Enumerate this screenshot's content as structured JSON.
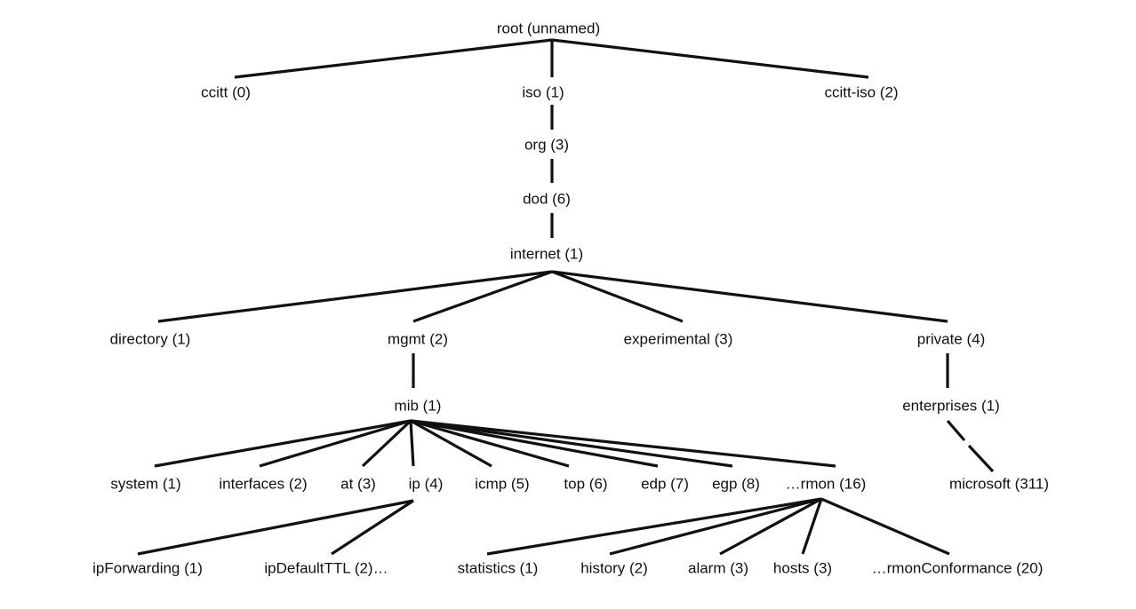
{
  "diagram": {
    "type": "tree",
    "line_color": "#111111",
    "text_color": "#111111",
    "background": "#ffffff",
    "nodes": {
      "root": "root (unnamed)",
      "ccitt": "ccitt (0)",
      "iso": "iso (1)",
      "ccitt_iso": "ccitt-iso (2)",
      "org": "org (3)",
      "dod": "dod (6)",
      "internet": "internet (1)",
      "directory": "directory (1)",
      "mgmt": "mgmt (2)",
      "experimental": "experimental (3)",
      "private": "private (4)",
      "mib": "mib (1)",
      "enterprises": "enterprises (1)",
      "system": "system (1)",
      "interfaces": "interfaces (2)",
      "at": "at (3)",
      "ip": "ip (4)",
      "icmp": "icmp (5)",
      "top": "top (6)",
      "edp": "edp (7)",
      "egp": "egp (8)",
      "rmon": "…rmon (16)",
      "microsoft": "microsoft (311)",
      "ipForwarding": "ipForwarding (1)",
      "ipDefaultTTL": "ipDefaultTTL (2)…",
      "statistics": "statistics (1)",
      "history": "history (2)",
      "alarm": "alarm (3)",
      "hosts": "hosts (3)",
      "rmonConformance": "…rmonConformance (20)"
    }
  }
}
